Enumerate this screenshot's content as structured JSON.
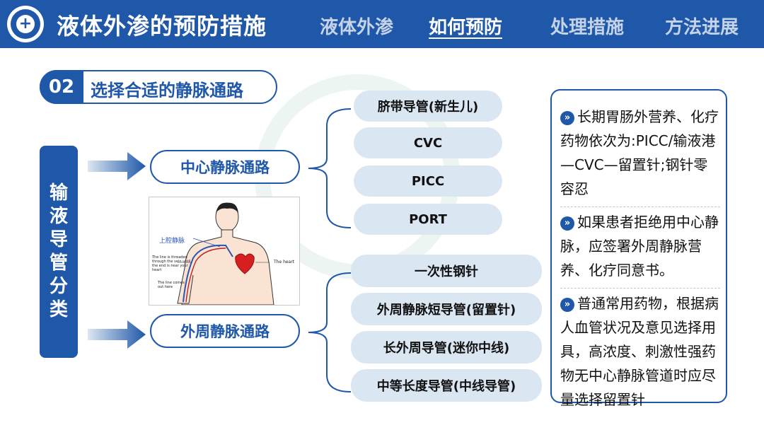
{
  "header": {
    "title": "液体外渗的预防措施",
    "nav": [
      "液体外渗",
      "如何预防",
      "处理措施",
      "方法进展"
    ],
    "active_nav": 1
  },
  "section": {
    "number": "02",
    "title": "选择合适的静脉通路"
  },
  "side_label": [
    "输",
    "液",
    "导",
    "管",
    "分",
    "类"
  ],
  "central": {
    "label": "中心静脉通路",
    "items": [
      "脐带导管(新生儿)",
      "CVC",
      "PICC",
      "PORT"
    ]
  },
  "peripheral": {
    "label": "外周静脉通路",
    "items": [
      "一次性钢针",
      "外周静脉短导管(留置针)",
      "长外周导管(迷你中线)",
      "中等长度导管(中线导管)"
    ]
  },
  "figure": {
    "label_vein": "上腔静脉",
    "caption_top": "The line is threaded through the vein until the end is near your heart",
    "caption_heart": "The heart",
    "caption_bottom": "The line comes out here"
  },
  "notes": [
    "长期胃肠外营养、化疗药物依次为:PICC/输液港—CVC—留置针;钢针零容忍",
    "如果患者拒绝用中心静脉，应签署外周静脉营养、化疗同意书。",
    "普通常用药物，根据病人血管状况及意见选择用具，高浓度、刺激性强药物无中心静脉管道时应尽量选择留置针"
  ],
  "colors": {
    "primary": "#1f58a8",
    "pill": "#dbe6f3",
    "heart": "#d62020"
  }
}
